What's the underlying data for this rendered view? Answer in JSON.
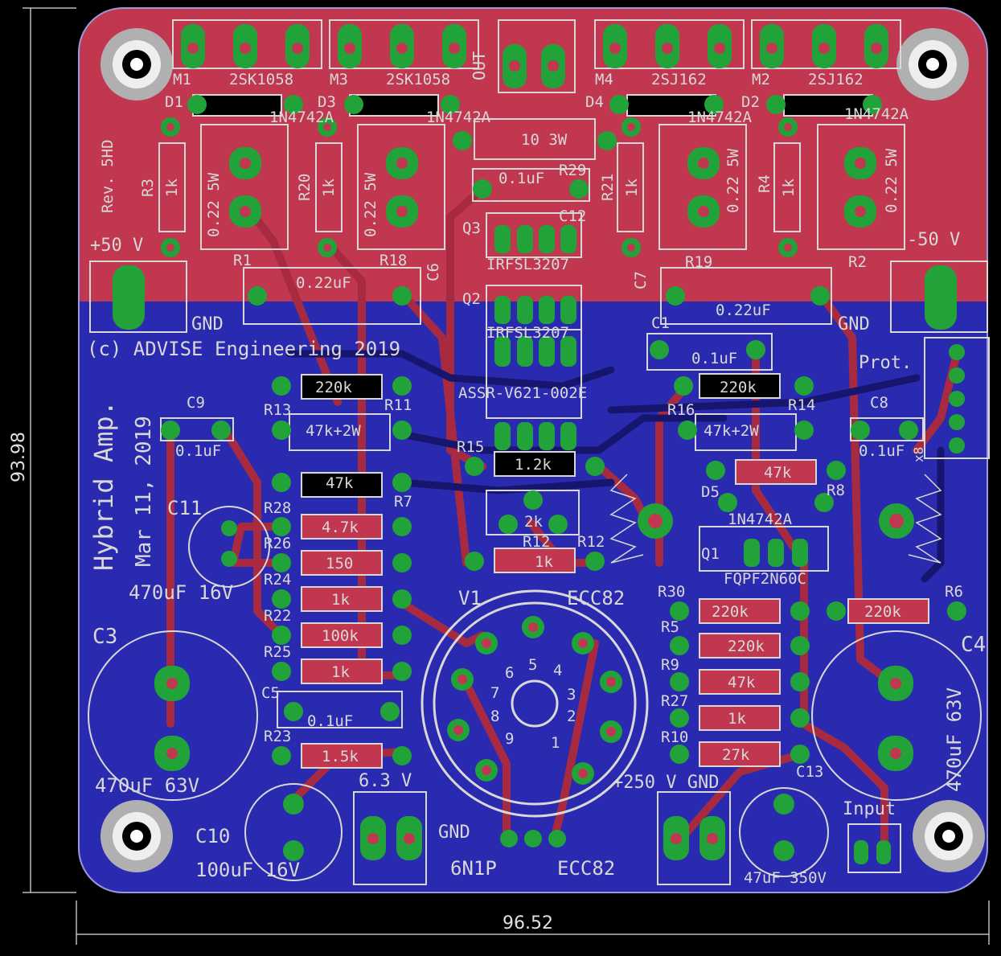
{
  "colors": {
    "background": "#000000",
    "top_copper": "#c0374f",
    "bottom_copper": "#2a2ab0",
    "pad": "#22a33a",
    "drill": "#c0374f",
    "silkscreen": "#d8d8d8",
    "trace": "#c0374f",
    "bottom_trace": "#1a1a80"
  },
  "dimensions": {
    "width_mm": "96.52",
    "height_mm": "93.98"
  },
  "board_text": {
    "rev": "Rev. 5HD",
    "copyright": "(c) ADVISE Engineering 2019",
    "title": "Hybrid Amp.",
    "date": "Mar 11, 2019",
    "out": "OUT",
    "plus50": "+50 V",
    "minus50": "-50 V",
    "gnd_left": "GND",
    "gnd_right": "GND",
    "prot": "Prot.",
    "v63": "6.3 V",
    "gnd_heater": "GND",
    "v250": "+250 V GND",
    "input": "Input",
    "tube_6n1p": "6N1P",
    "tube_ecc82": "ECC82",
    "v1": "V1",
    "v1_ecc82": "ECC82"
  },
  "components": {
    "m1": "M1",
    "m1_part": "2SK1058",
    "m3": "M3",
    "m3_part": "2SK1058",
    "m4": "M4",
    "m4_part": "2SJ162",
    "m2": "M2",
    "m2_part": "2SJ162",
    "d1": "D1",
    "d3": "D3",
    "d4": "D4",
    "d2": "D2",
    "zener_a": "1N4742A",
    "zener_b": "1N4742A",
    "zener_c": "1N4742A",
    "zener_d": "1N4742A",
    "r3": "R3",
    "r3_v": "1k",
    "r20": "R20",
    "r20_v": "1k",
    "r21": "R21",
    "r21_v": "1k",
    "r4": "R4",
    "r4_v": "1k",
    "r1": "R1",
    "r18": "R18",
    "r19": "R19",
    "r2": "R2",
    "rsense": "0.22 5W",
    "rsense_b": "0.22 5W",
    "rsense_c": "0.22 5W",
    "rsense_d": "0.22 5W",
    "r5w": "5W",
    "r23": "R23",
    "r23_v": "1.5k",
    "r22": "R22",
    "r22_v": "100k",
    "r25": "R25",
    "r25_v": "1k",
    "r24": "R24",
    "r24_v": "1k",
    "r26": "R26",
    "r26_v": "150",
    "r28": "R28",
    "r28_v": "4.7k",
    "r7": "R7",
    "r7_v": "47k",
    "r13": "R13",
    "r13_v": "47k+2W",
    "r11": "R11",
    "r11_v": "220k",
    "r29": "R29",
    "r29_v": "10 3W",
    "c12": "C12",
    "c12_v": "0.1uF",
    "q3": "Q3",
    "q3_part": "IRFSL3207",
    "q2": "Q2",
    "q2_part": "IRFSL3207",
    "c6": "C6",
    "c6_v": "0.22uF",
    "c7": "C7",
    "c7_v": "0.22uF",
    "c1": "C1",
    "c1_v": "0.1uF",
    "assr": "ASSR-V621-002E",
    "r15": "R15",
    "r15_v": "1.2k",
    "r12": "R12",
    "r12_v": "1k",
    "trim": "2k",
    "r16": "R16",
    "r16_v": "220k",
    "r14": "R14",
    "r14_v": "47k+2W",
    "r8": "R8",
    "r8_v": "47k",
    "d5": "D5",
    "d5_part": "1N4742A",
    "q1": "Q1",
    "q1_part": "FQPF2N60C",
    "r30": "R30",
    "r30_v": "220k",
    "r6": "R6",
    "r6_v": "220k",
    "r5": "R5",
    "r5_v": "220k",
    "r9": "R9",
    "r9_v": "47k",
    "r27": "R27",
    "r27_v": "1k",
    "r10": "R10",
    "r10_v": "27k",
    "c9": "C9",
    "c9_v": "0.1uF",
    "c8": "C8",
    "c8_v": "0.1uF",
    "c5": "C5",
    "c5_v": "0.1uF",
    "c11": "C11",
    "c11_v": "470uF 16V",
    "c3": "C3",
    "c3_v": "470uF 63V",
    "c4": "C4",
    "c4_v": "470uF 63V",
    "c10": "C10",
    "c10_v": "100uF 16V",
    "c13": "C13",
    "c13_v": "47uF 350V",
    "x8": "x8",
    "pin1": "1",
    "pin2": "2",
    "pin3": "3",
    "pin4": "4",
    "pin5": "5",
    "pin6": "6",
    "pin7": "7",
    "pin8": "8",
    "pin9": "9"
  }
}
